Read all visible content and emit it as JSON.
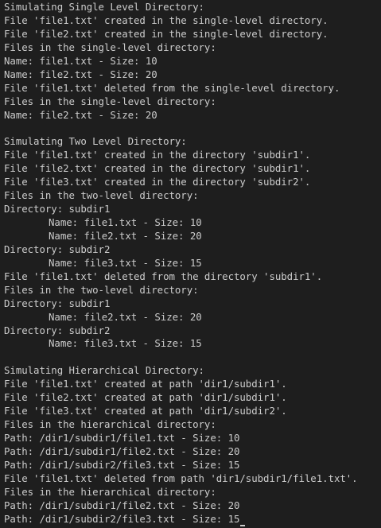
{
  "terminal": {
    "lines": [
      {
        "text": "Simulating Single Level Directory:",
        "indent": false
      },
      {
        "text": "File 'file1.txt' created in the single-level directory.",
        "indent": false
      },
      {
        "text": "File 'file2.txt' created in the single-level directory.",
        "indent": false
      },
      {
        "text": "Files in the single-level directory:",
        "indent": false
      },
      {
        "text": "Name: file1.txt - Size: 10",
        "indent": false
      },
      {
        "text": "Name: file2.txt - Size: 20",
        "indent": false
      },
      {
        "text": "File 'file1.txt' deleted from the single-level directory.",
        "indent": false
      },
      {
        "text": "Files in the single-level directory:",
        "indent": false
      },
      {
        "text": "Name: file2.txt - Size: 20",
        "indent": false
      },
      {
        "text": "",
        "indent": false
      },
      {
        "text": "Simulating Two Level Directory:",
        "indent": false
      },
      {
        "text": "File 'file1.txt' created in the directory 'subdir1'.",
        "indent": false
      },
      {
        "text": "File 'file2.txt' created in the directory 'subdir1'.",
        "indent": false
      },
      {
        "text": "File 'file3.txt' created in the directory 'subdir2'.",
        "indent": false
      },
      {
        "text": "Files in the two-level directory:",
        "indent": false
      },
      {
        "text": "Directory: subdir1",
        "indent": false
      },
      {
        "text": "Name: file1.txt - Size: 10",
        "indent": true
      },
      {
        "text": "Name: file2.txt - Size: 20",
        "indent": true
      },
      {
        "text": "Directory: subdir2",
        "indent": false
      },
      {
        "text": "Name: file3.txt - Size: 15",
        "indent": true
      },
      {
        "text": "File 'file1.txt' deleted from the directory 'subdir1'.",
        "indent": false
      },
      {
        "text": "Files in the two-level directory:",
        "indent": false
      },
      {
        "text": "Directory: subdir1",
        "indent": false
      },
      {
        "text": "Name: file2.txt - Size: 20",
        "indent": true
      },
      {
        "text": "Directory: subdir2",
        "indent": false
      },
      {
        "text": "Name: file3.txt - Size: 15",
        "indent": true
      },
      {
        "text": "",
        "indent": false
      },
      {
        "text": "Simulating Hierarchical Directory:",
        "indent": false
      },
      {
        "text": "File 'file1.txt' created at path 'dir1/subdir1'.",
        "indent": false
      },
      {
        "text": "File 'file2.txt' created at path 'dir1/subdir1'.",
        "indent": false
      },
      {
        "text": "File 'file3.txt' created at path 'dir1/subdir2'.",
        "indent": false
      },
      {
        "text": "Files in the hierarchical directory:",
        "indent": false
      },
      {
        "text": "Path: /dir1/subdir1/file1.txt - Size: 10",
        "indent": false
      },
      {
        "text": "Path: /dir1/subdir1/file2.txt - Size: 20",
        "indent": false
      },
      {
        "text": "Path: /dir1/subdir2/file3.txt - Size: 15",
        "indent": false
      },
      {
        "text": "File 'file1.txt' deleted from path 'dir1/subdir1/file1.txt'.",
        "indent": false
      },
      {
        "text": "Files in the hierarchical directory:",
        "indent": false
      },
      {
        "text": "Path: /dir1/subdir1/file2.txt - Size: 20",
        "indent": false
      },
      {
        "text": "Path: /dir1/subdir2/file3.txt - Size: 15",
        "indent": false
      }
    ]
  },
  "colors": {
    "background": "#1e1e1e",
    "foreground": "#cccccc"
  }
}
